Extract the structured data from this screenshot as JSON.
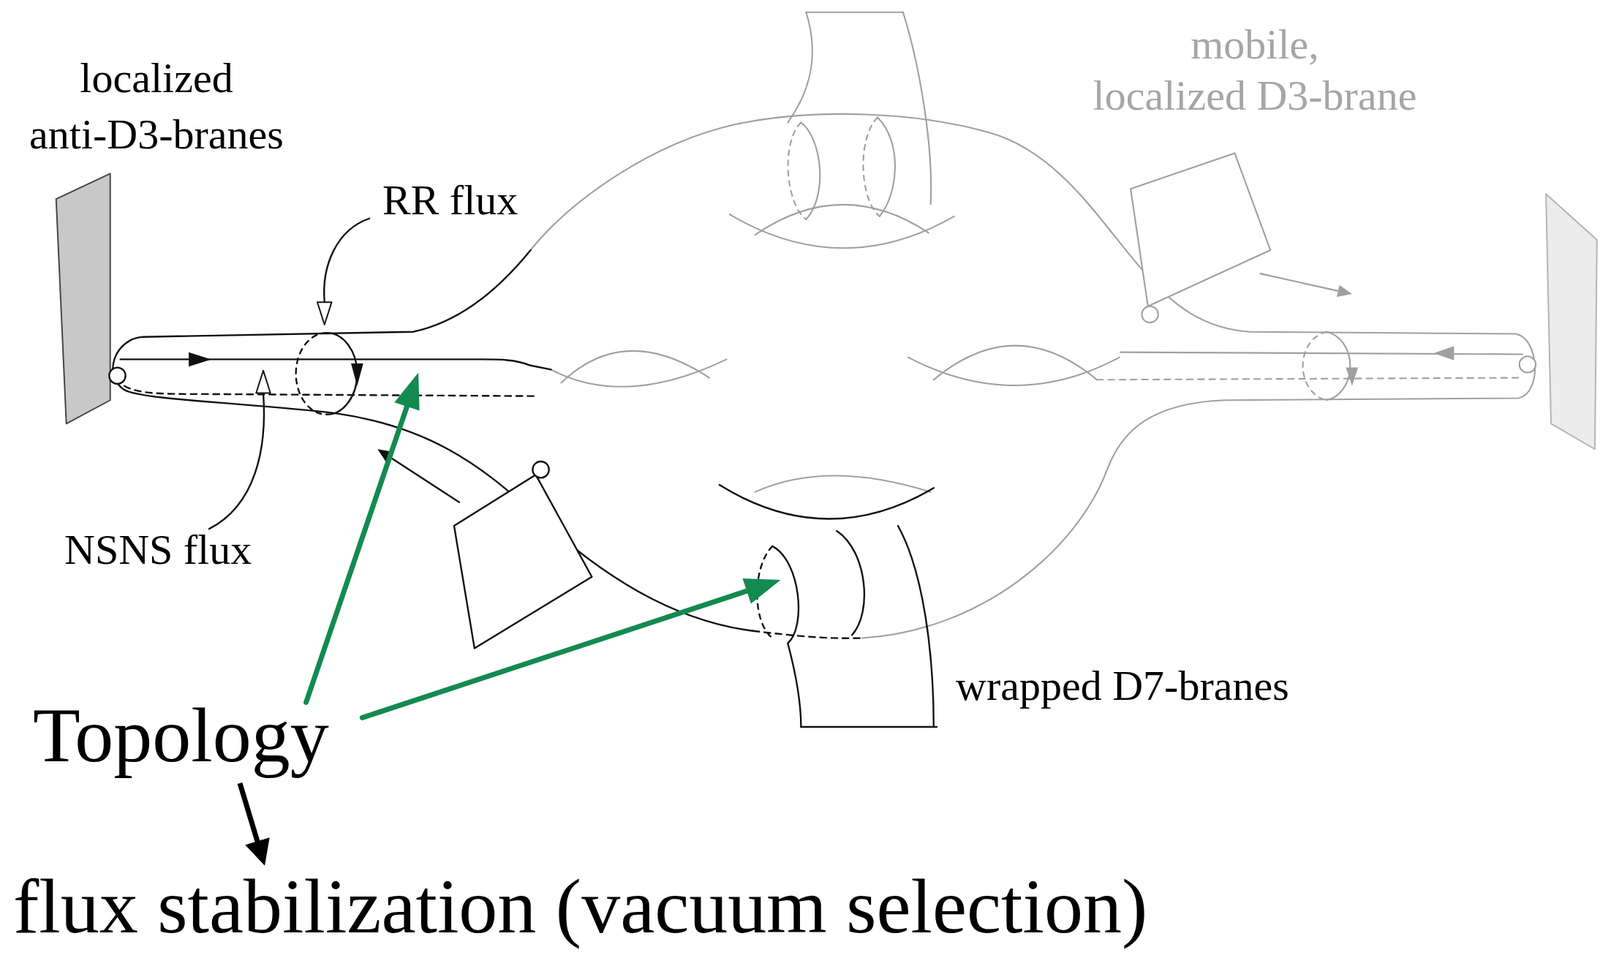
{
  "diagram": {
    "nodes": [
      {
        "text": [
          "Topology"
        ]
      },
      {
        "text": [
          "flux stabilization (vacuum selection)"
        ]
      }
    ],
    "edges": [
      {
        "from": 0,
        "to": 1,
        "arrow": "to"
      }
    ],
    "labels": [
      "localized anti-D3-branes",
      "mobile, localized D3-brane",
      "RR flux",
      "NSNS flux",
      "wrapped D7-branes"
    ]
  }
}
